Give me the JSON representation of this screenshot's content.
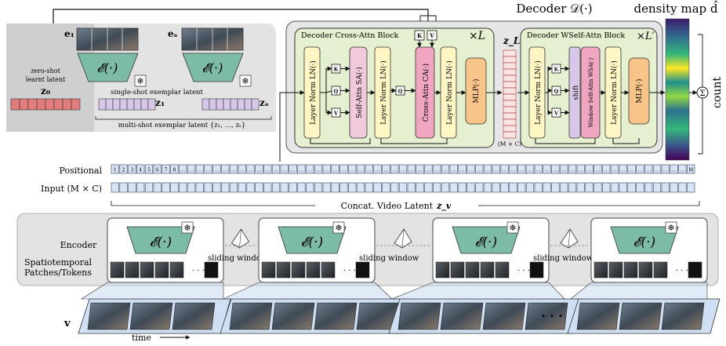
{
  "header": {
    "decoder_title": "Decoder 𝒟(·)",
    "density_title": "density map d̂"
  },
  "exemplars": {
    "e1": "e₁",
    "es": "eₛ",
    "encoder_label": "𝓔(·)",
    "zero_shot_label_1": "zero-shot",
    "zero_shot_label_2": "learnt latent",
    "z0": "z₀",
    "single_shot_label": "single-shot exemplar latent",
    "z1": "z₁",
    "zs": "zₛ",
    "multi_shot_label": "multi-shot exemplar latent {z₁, …, zₛ}"
  },
  "cross_block": {
    "title": "Decoder Cross-Attn Block",
    "repeat": "×L",
    "layer_norm": "Layer Norm LN(·)",
    "self_attn": "Self-Attn SA(·)",
    "cross_attn": "Cross-Attn CA(·)",
    "mlp": "MLP(·)",
    "k": "K",
    "q": "Q",
    "v": "V"
  },
  "zl": {
    "label": "z_L",
    "size": "(M × C)"
  },
  "wself_block": {
    "title": "Decoder WSelf-Attn Block",
    "repeat": "×L′",
    "layer_norm": "Layer Norm LN(·)",
    "shift": "shift",
    "window_attn": "Window Self-Attn WSA(·)",
    "mlp": "MLP(·)"
  },
  "output": {
    "sum_symbol": "Σ",
    "count": "count"
  },
  "positional": {
    "label": "Positional",
    "tokens": [
      "1",
      "2",
      "3",
      "4",
      "5",
      "6",
      "7",
      "8"
    ],
    "dots": "……………………………………………………………………",
    "last": "M"
  },
  "input": {
    "label": "Input (M × C)",
    "concat_label": "Concat. Video Latent",
    "zv": "z_v"
  },
  "encoder_row": {
    "encoder_label": "Encoder",
    "patches_label_1": "Spatiotemporal",
    "patches_label_2": "Patches/Tokens",
    "sliding_window": "sliding window",
    "encoder_symbol": "𝓔(·)"
  },
  "video": {
    "v_label": "v",
    "time_label": "time",
    "ellipsis": "· · ·"
  },
  "colors": {
    "layer_norm": "#fff6c4",
    "self_attn": "#f1c9dc",
    "cross_attn": "#f0a5c0",
    "mlp": "#f9c48a",
    "encoder": "#7cbba8",
    "block_bg": "#e4f0cf",
    "panel_bg": "#dcdcdc",
    "token": "#d8e3f6",
    "z0": "#e27c7c",
    "zs": "#d8c8e8"
  }
}
